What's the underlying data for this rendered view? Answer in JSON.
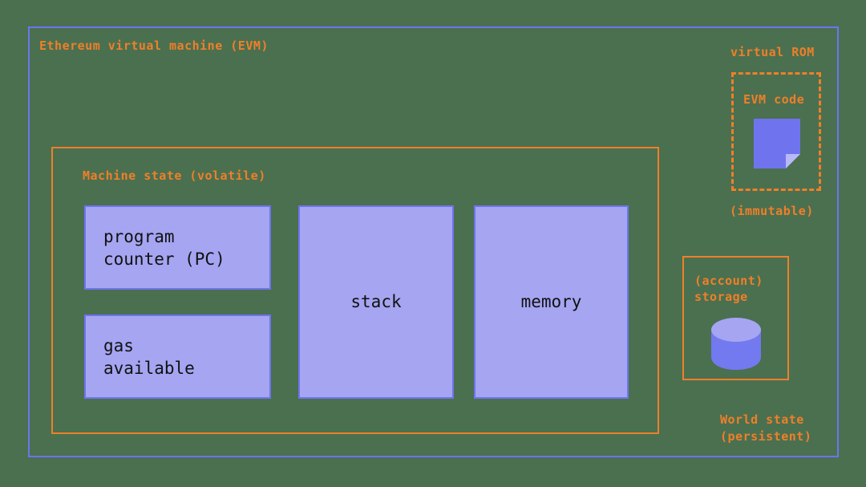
{
  "diagram": {
    "title": "Ethereum virtual machine (EVM)",
    "background_color": "#4a7050",
    "accent_orange": "#f07f28",
    "accent_purple_border": "#6f74ee",
    "accent_purple_fill": "#a5a5f2"
  },
  "machine_state": {
    "title": "Machine state (volatile)",
    "boxes": [
      {
        "id": "program-counter",
        "label": "program\ncounter (PC)"
      },
      {
        "id": "gas-available",
        "label": "gas\navailable"
      },
      {
        "id": "stack",
        "label": "stack"
      },
      {
        "id": "memory",
        "label": "memory"
      }
    ]
  },
  "virtual_rom": {
    "title": "virtual ROM",
    "inner_label": "EVM code",
    "footnote": "(immutable)",
    "icon": "document-icon"
  },
  "world_state": {
    "storage_label": "(account)\nstorage",
    "icon": "database-icon",
    "footnote": "World state\n(persistent)"
  }
}
